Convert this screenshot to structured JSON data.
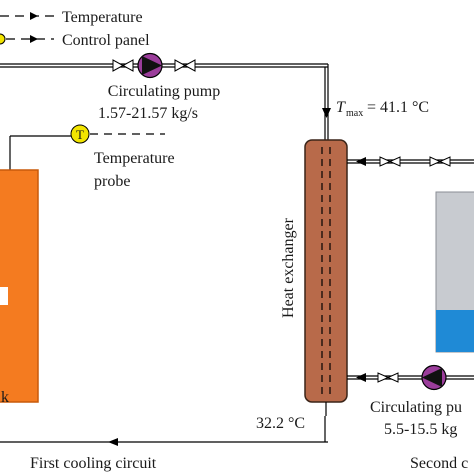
{
  "legend": {
    "temperature": "Temperature",
    "control_panel": "Control panel"
  },
  "pump1": {
    "label": "Circulating pump",
    "flow": "1.57-21.57 kg/s"
  },
  "tmax": {
    "symbol": "T",
    "subscript": "max",
    "value": "= 41.1 °C"
  },
  "probe": {
    "symbol": "T",
    "label_line1": "Temperature",
    "label_line2": "probe"
  },
  "tank": {
    "label_fragment": "k"
  },
  "heat_exchanger": {
    "label": "Heat exchanger"
  },
  "outlet_temp": "32.2 °C",
  "pump2": {
    "label": "Circulating pu",
    "flow": "5.5-15.5 kg"
  },
  "circuits": {
    "first": "First cooling circuit",
    "second": "Second c"
  },
  "colors": {
    "tank": "#f47b20",
    "tank_border": "#c85a0a",
    "exchanger": "#b86a4a",
    "exchanger_border": "#3a2418",
    "pump": "#9b3d9b",
    "probe": "#f2e400",
    "water": "#1f8ad6",
    "reservoir": "#c8cbd0",
    "line": "#000000"
  }
}
